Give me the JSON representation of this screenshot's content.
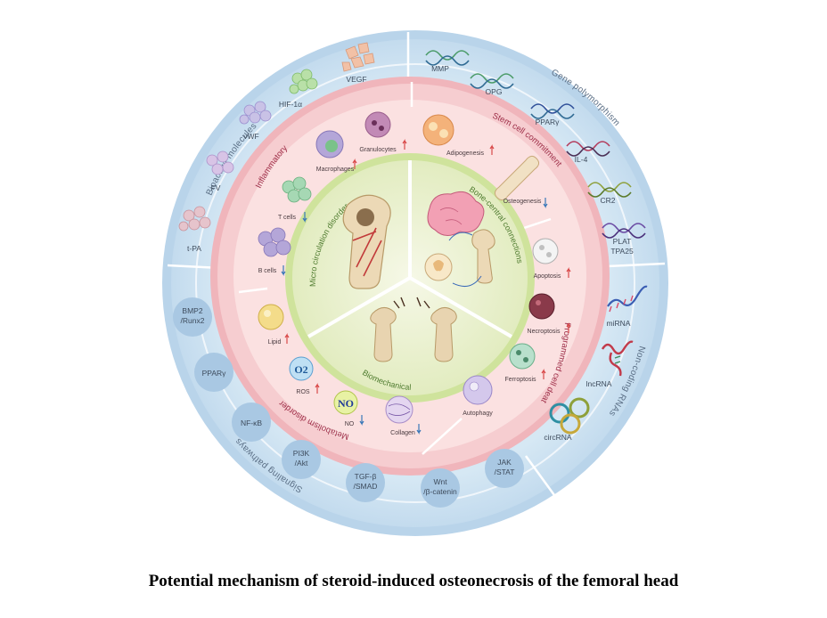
{
  "caption": "Potential mechanism of steroid-induced osteonecrosis of the femoral head",
  "outer_ring": {
    "sections": {
      "bioactive": "Bioactive molecules",
      "gene": "Gene polymorphism",
      "noncoding": "Non-coding RNAs",
      "signaling": "Signaling pathways"
    },
    "bioactive_items": [
      "VEGF",
      "HIF-1α",
      "vWF",
      "FV",
      "t-PA"
    ],
    "gene_items": [
      "MMP",
      "OPG",
      "PPARγ",
      "IL-4",
      "CR2",
      "PLAT",
      "TPA25"
    ],
    "noncoding_items": [
      "miRNA",
      "lncRNA",
      "circRNA"
    ],
    "signaling_items": [
      [
        "BMP2",
        "/Runx2"
      ],
      [
        "PPARγ"
      ],
      [
        "NF-κB"
      ],
      [
        "PI3K",
        "/Akt"
      ],
      [
        "TGF-β",
        "/SMAD"
      ],
      [
        "Wnt",
        "/β-catenin"
      ],
      [
        "JAK",
        "/STAT"
      ]
    ]
  },
  "middle_ring": {
    "sections": {
      "inflammatory": "Inflammatory",
      "stem": "Stem cell commitment",
      "programmed": "Programmed cell death",
      "metabolism": "Metabolism disorder"
    },
    "items": {
      "macrophages": "Macrophages",
      "granulocytes": "Granulocytes",
      "tcells": "T cells",
      "bcells": "B cells",
      "adipogenesis": "Adipogenesis",
      "osteogenesis": "Osteogenesis",
      "apoptosis": "Apoptosis",
      "necroptosis": "Necroptosis",
      "ferroptosis": "Ferroptosis",
      "autophagy": "Autophagy",
      "lipid": "Lipid",
      "ros": "ROS",
      "no": "NO",
      "collagen": "Collagen",
      "o2_symbol": "O2",
      "no_symbol": "NO"
    }
  },
  "inner_circle": {
    "sections": {
      "micro": "Micro circulation disorder",
      "bone_central": "Bone-central connections",
      "biomechanical": "Biomechanical"
    }
  },
  "colors": {
    "outer_ring": "#cfe3f1",
    "middle_ring": "#f4c6ca",
    "inner_pink": "#fbe3e2",
    "inner_green": "#dce9b4",
    "core": "#eef3d8",
    "arrow_up": "#d94a4a",
    "arrow_down": "#3a78b8"
  }
}
